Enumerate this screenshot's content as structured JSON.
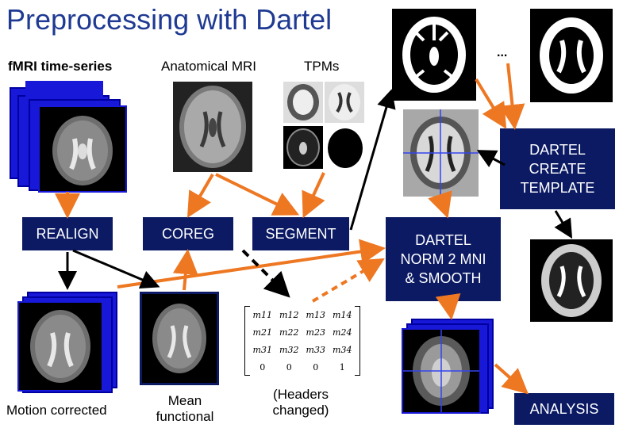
{
  "title": "Preprocessing with Dartel",
  "labels": {
    "fmri": "fMRI time-series",
    "anatomical": "Anatomical MRI",
    "tpms": "TPMs",
    "ellipsis": "...",
    "motion": "Motion corrected",
    "mean_line1": "Mean",
    "mean_line2": "functional",
    "headers_line1": "(Headers",
    "headers_line2": "changed)"
  },
  "boxes": {
    "realign": "REALIGN",
    "coreg": "COREG",
    "segment": "SEGMENT",
    "create_line1": "DARTEL",
    "create_line2": "CREATE",
    "create_line3": "TEMPLATE",
    "norm_line1": "DARTEL",
    "norm_line2": "NORM 2 MNI",
    "norm_line3": "& SMOOTH",
    "analysis": "ANALYSIS"
  },
  "matrix": {
    "rows": [
      [
        "m11",
        "m12",
        "m13",
        "m14"
      ],
      [
        "m21",
        "m22",
        "m23",
        "m24"
      ],
      [
        "m31",
        "m32",
        "m33",
        "m34"
      ],
      [
        "0",
        "0",
        "0",
        "1"
      ]
    ]
  },
  "colors": {
    "box": "#0b1a63",
    "title": "#1f3a93",
    "orange_arrow": "#ee7722",
    "black_arrow": "#000000",
    "stack_blue": "#1818d8"
  }
}
